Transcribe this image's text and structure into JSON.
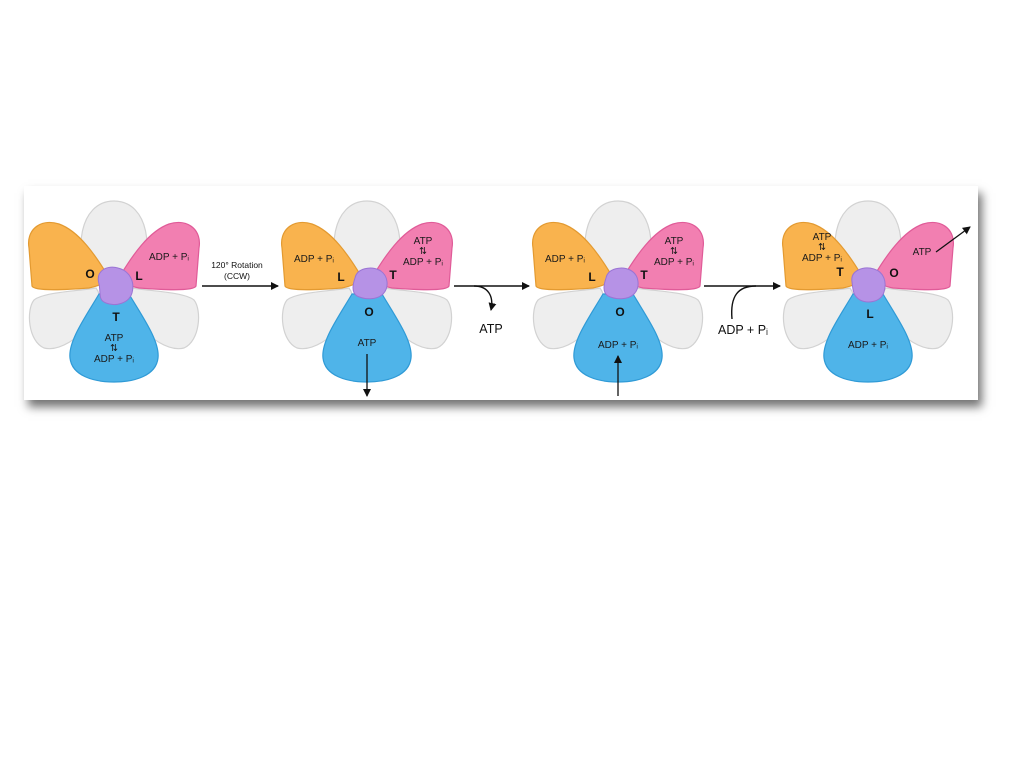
{
  "colors": {
    "orange": "#f9b34e",
    "pink": "#f27fb1",
    "blue": "#4fb4e9",
    "gray": "#eeeeee",
    "purple": "#b692e6"
  },
  "stages": [
    {
      "states": {
        "left": "O",
        "right": "L",
        "bottom": "T"
      },
      "left_text": [],
      "right_text": [
        "ADP + Pᵢ"
      ],
      "bottom_text": [
        "ATP",
        "⇅",
        "ADP + Pᵢ"
      ]
    },
    {
      "states": {
        "left": "L",
        "right": "T",
        "bottom": "O"
      },
      "left_text": [
        "ADP + Pᵢ"
      ],
      "right_text": [
        "ATP",
        "⇅",
        "ADP + Pᵢ"
      ],
      "bottom_text": [
        "ATP"
      ]
    },
    {
      "states": {
        "left": "L",
        "right": "T",
        "bottom": "O"
      },
      "left_text": [
        "ADP + Pᵢ"
      ],
      "right_text": [
        "ATP",
        "⇅",
        "ADP + Pᵢ"
      ],
      "bottom_text": [
        "ADP + Pᵢ"
      ]
    },
    {
      "states": {
        "left": "T",
        "right": "O",
        "bottom": "L"
      },
      "left_text": [
        "ATP",
        "⇅",
        "ADP + Pᵢ"
      ],
      "right_text": [
        "ATP"
      ],
      "bottom_text": [
        "ADP + Pᵢ"
      ]
    }
  ],
  "transitions": {
    "rotation_line1": "120° Rotation",
    "rotation_line2": "(CCW)",
    "release_label": "ATP",
    "binding_label": "ADP + Pᵢ"
  }
}
